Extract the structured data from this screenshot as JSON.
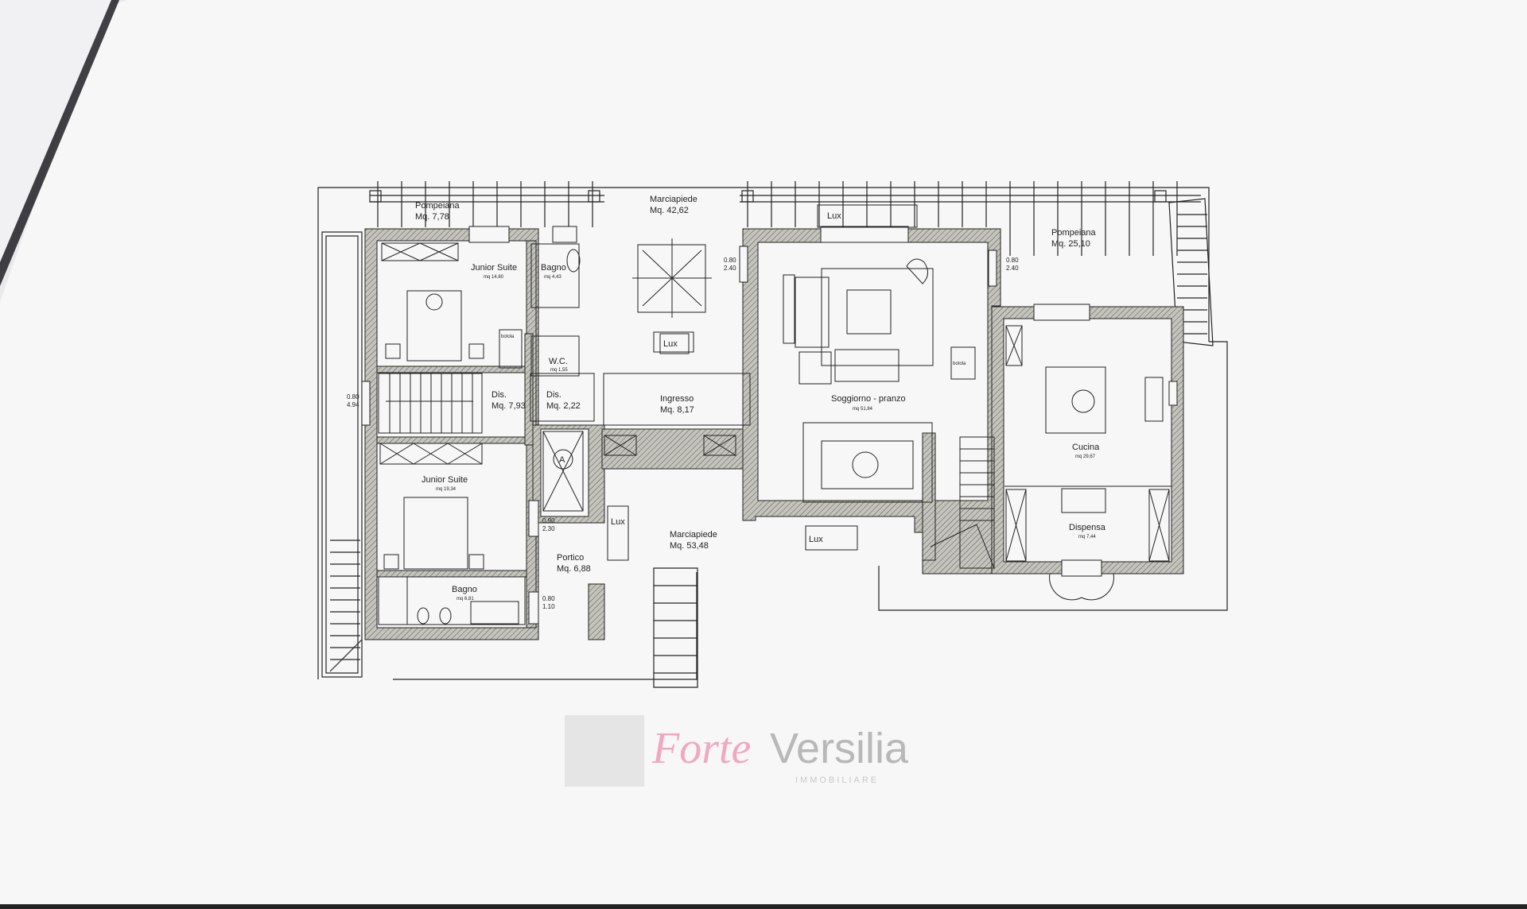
{
  "plan": {
    "rooms": {
      "pompeiana_left": {
        "name": "Pompeiana",
        "area": "Mq. 7,78"
      },
      "marciapiede_top": {
        "name": "Marciapiede",
        "area": "Mq. 42,62"
      },
      "junior_suite_top": {
        "name": "Junior Suite",
        "area": "mq 14,80"
      },
      "bagno_top": {
        "name": "Bagno",
        "area": "mq 4,43"
      },
      "wc": {
        "name": "W.C.",
        "area": "mq 1,55"
      },
      "dis_left": {
        "name": "Dis.",
        "area": "Mq. 7,93"
      },
      "dis_right": {
        "name": "Dis.",
        "area": "Mq. 2,22"
      },
      "ingresso": {
        "name": "Ingresso",
        "area": "Mq. 8,17"
      },
      "soggiorno": {
        "name": "Soggiorno - pranzo",
        "area": "mq 51,84"
      },
      "pompeiana_right": {
        "name": "Pompeiana",
        "area": "Mq. 25,10"
      },
      "cucina": {
        "name": "Cucina",
        "area": "mq 29,67"
      },
      "dispensa": {
        "name": "Dispensa",
        "area": "mq 7,44"
      },
      "junior_suite_bottom": {
        "name": "Junior Suite",
        "area": "mq 19,34"
      },
      "bagno_bottom": {
        "name": "Bagno",
        "area": "mq 6,81"
      },
      "portico": {
        "name": "Portico",
        "area": "Mq. 6,88"
      },
      "marciapiede_bottom": {
        "name": "Marciapiede",
        "area": "Mq. 53,48"
      }
    },
    "fixtures": {
      "lux": "Lux",
      "botola": "botola",
      "elevator_mark": "A"
    },
    "dimensions": {
      "left_window": [
        "0.80",
        "4.94"
      ],
      "top_window": [
        "0.80",
        "2.40"
      ],
      "right_window": [
        "0.80",
        "2.40"
      ],
      "portico_door": [
        "0.90",
        "2.30"
      ],
      "portico_window": [
        "0.80",
        "1.10"
      ]
    },
    "watermark": {
      "brand_a": "Forte",
      "brand_b": "Versilia",
      "sub": "IMMOBILIARE"
    }
  },
  "colors": {
    "line": "#222222",
    "wall_fill": "#b9b9b0",
    "watermark_pink": "#f0a8bf",
    "watermark_gray": "#b8b8b8",
    "paper": "#f7f7f7"
  }
}
